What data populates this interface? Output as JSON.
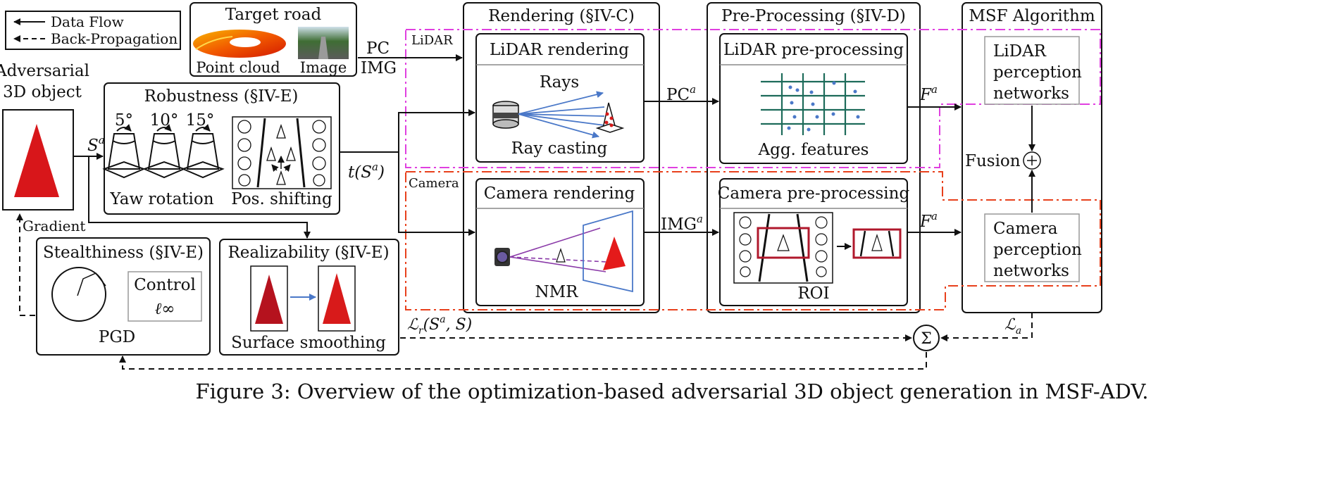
{
  "legend": {
    "data_flow": "Data Flow",
    "back_propagation": "Back-Propagation"
  },
  "target_road": {
    "title": "Target road",
    "point_cloud": "Point cloud",
    "image": "Image"
  },
  "io": {
    "pc": "PC",
    "img": "IMG"
  },
  "adversarial": {
    "line1": "Adversarial",
    "line2": "3D object",
    "gradient": "Gradient"
  },
  "robustness": {
    "title": "Robustness (§IV-E)",
    "angle1": "5°",
    "angle2": "10°",
    "angle3": "15°",
    "yaw": "Yaw rotation",
    "pos": "Pos. shifting"
  },
  "stealthiness": {
    "title": "Stealthiness (§IV-E)",
    "control": "Control",
    "norm": "ℓ∞",
    "pgd": "PGD"
  },
  "realizability": {
    "title": "Realizability (§IV-E)",
    "caption": "Surface smoothing"
  },
  "rendering": {
    "title": "Rendering (§IV-C)",
    "lidar_title": "LiDAR rendering",
    "rays": "Rays",
    "ray_casting": "Ray casting",
    "camera_title": "Camera rendering",
    "nmr": "NMR"
  },
  "preprocessing": {
    "title": "Pre-Processing (§IV-D)",
    "lidar_title": "LiDAR pre-processing",
    "agg": "Agg. features",
    "camera_title": "Camera pre-processing",
    "roi": "ROI"
  },
  "msf": {
    "title": "MSF Algorithm",
    "lidar_net": [
      "LiDAR",
      "perception",
      "networks"
    ],
    "camera_net": [
      "Camera",
      "perception",
      "networks"
    ],
    "fusion": "Fusion"
  },
  "labels": {
    "lidar": "LiDAR",
    "camera": "Camera",
    "sa": "S",
    "sa_sup": "a",
    "tsa": "t(S",
    "tsa_sup": "a",
    "tsa_end": ")",
    "pca": "PC",
    "pca_sup": "a",
    "imga": "IMG",
    "imga_sup": "a",
    "fa": "F",
    "fa_sup": "a",
    "lr": "ℒ",
    "lr_sub": "r",
    "lr_args": "(S",
    "lr_args_sup": "a",
    "lr_args_end": ", S)",
    "la": "ℒ",
    "la_sub": "a"
  },
  "caption": "Figure 3: Overview of the optimization-based adversarial 3D object generation in MSF-ADV.",
  "colors": {
    "lidar_box": "#e040e0",
    "camera_box": "#e8401c",
    "ray_blue": "#4a78c8",
    "cone_red": "#d81a1a",
    "grid_green": "#1d6b5a",
    "roi_red": "#b0182c",
    "nmr_purple": "#8a3aa8"
  }
}
